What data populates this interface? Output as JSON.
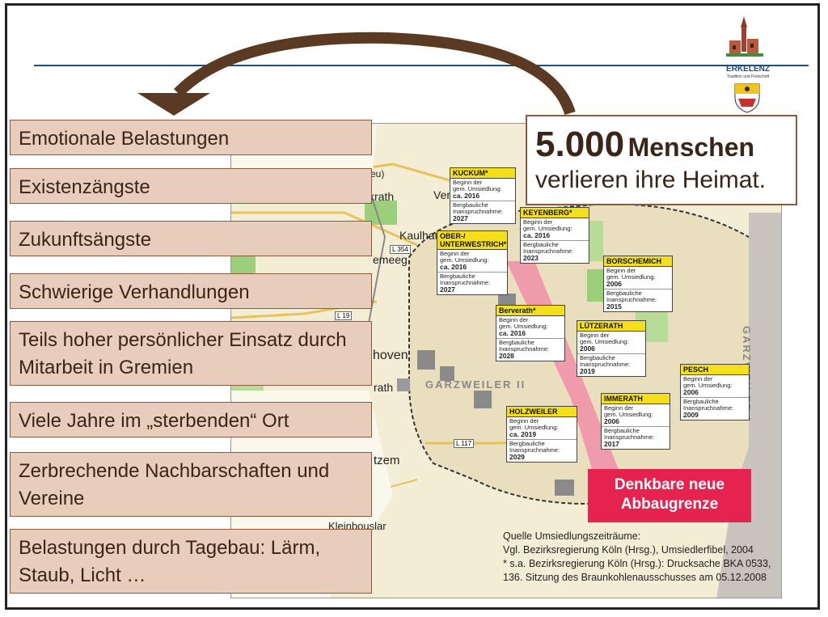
{
  "logo": {
    "title": "ERKELENZ",
    "subtitle": "Tradition und Fortschritt"
  },
  "info": {
    "number": "5.000",
    "word": "Menschen",
    "line2": "verlieren ihre Heimat."
  },
  "left_items": [
    {
      "text": "Emotionale Belastungen"
    },
    {
      "text": "Existenzängste"
    },
    {
      "text": "Zukunftsängste"
    },
    {
      "text": "Schwierige Verhandlungen"
    },
    {
      "text": "Teils hoher persönlicher Einsatz durch Mitarbeit in Gremien"
    },
    {
      "text": "Viele Jahre im „sterbenden“ Ort"
    },
    {
      "text": "Zerbrechende Nachbarschaften und Vereine"
    },
    {
      "text": "Belastungen durch Tagebau: Lärm, Staub, Licht …"
    }
  ],
  "map": {
    "area_label": "GARZWEILER II",
    "area2_label": "GARZWEILER I",
    "places": [
      "Kaulhau",
      "Ver",
      "krath",
      "emeeg",
      "hoven",
      "rath",
      "tzem",
      "Kleinbouslar",
      "eu)"
    ],
    "roads": [
      "L 354",
      "L 19",
      "L 117"
    ]
  },
  "villages": [
    {
      "name": "KUCKUM*",
      "l1": "Beginn der",
      "l2": "gem. Umsiedlung:",
      "v1": "ca. 2016",
      "l3": "Bergbauliche",
      "l4": "Inanspruchnahme:",
      "v2": "2027"
    },
    {
      "name": "KEYENBERG*",
      "l1": "Beginn der",
      "l2": "gem. Umsiedlung:",
      "v1": "ca. 2016",
      "l3": "Bergbauliche",
      "l4": "Inanspruchnahme:",
      "v2": "2023"
    },
    {
      "name": "OBER-/ UNTERWESTRICH*",
      "l1": "Beginn der",
      "l2": "gem. Umsiedlung:",
      "v1": "ca. 2016",
      "l3": "Bergbauliche",
      "l4": "Inanspruchnahme:",
      "v2": "2027"
    },
    {
      "name": "BORSCHEMICH",
      "l1": "Beginn der",
      "l2": "gem. Umsiedlung:",
      "v1": "2006",
      "l3": "Bergbauliche",
      "l4": "Inanspruchnahme:",
      "v2": "2015"
    },
    {
      "name": "Berverath*",
      "l1": "Beginn der",
      "l2": "gem. Umsiedlung:",
      "v1": "ca. 2016",
      "l3": "Bergbauliche",
      "l4": "Inanspruchnahme:",
      "v2": "2028"
    },
    {
      "name": "LÜTZERATH",
      "l1": "Beginn der",
      "l2": "gem. Umsiedlung:",
      "v1": "2006",
      "l3": "Bergbauliche",
      "l4": "Inanspruchnahme:",
      "v2": "2019"
    },
    {
      "name": "PESCH",
      "l1": "Beginn der",
      "l2": "gem. Umsiedlung:",
      "v1": "2006",
      "l3": "Bergbauliche",
      "l4": "Inanspruchnahme:",
      "v2": "2009"
    },
    {
      "name": "HOLZWEILER",
      "l1": "Beginn der",
      "l2": "gem. Umsiedlung:",
      "v1": "ca. 2019",
      "l3": "Bergbauliche",
      "l4": "Inanspruchnahme:",
      "v2": "2029"
    },
    {
      "name": "IMMERATH",
      "l1": "Beginn der",
      "l2": "gem. Umsiedlung:",
      "v1": "2006",
      "l3": "Bergbauliche",
      "l4": "Inanspruchnahme:",
      "v2": "2017"
    }
  ],
  "denk": {
    "line1": "Denkbare neue",
    "line2": "Abbaugrenze"
  },
  "source": {
    "l1": "Quelle Umsiedlungszeiträume:",
    "l2": "Vgl. Bezirksregierung Köln (Hrsg.), Umsiedlerfibel, 2004",
    "l3": "* s.a. Bezirksregierung Köln (Hrsg.): Drucksache BKA 0533,",
    "l4": "136. Sitzung des Braunkohlenausschusses am 05.12.2008"
  },
  "colors": {
    "box_fill": "#e8ccbc",
    "box_border": "#8b5a3c",
    "arrow": "#5a3a22",
    "highlight": "#e6234f",
    "village_label": "#f5df1a"
  }
}
